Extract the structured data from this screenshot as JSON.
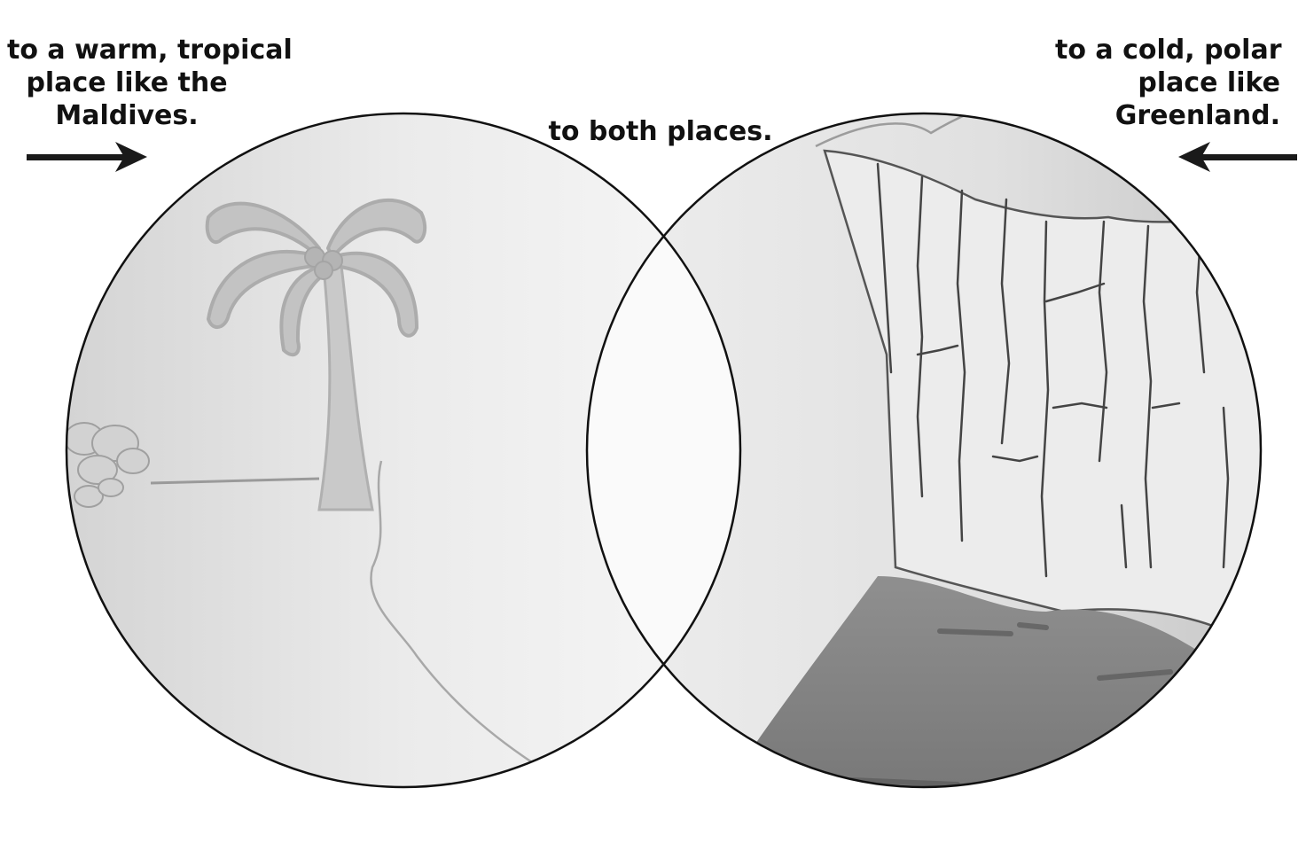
{
  "left_region": {
    "caption_lines": [
      "to a warm, tropical",
      "place like the",
      "Maldives."
    ],
    "scene": "palm-tree-beach-illustration"
  },
  "right_region": {
    "caption_lines": [
      "to a cold, polar",
      "place like",
      "Greenland."
    ],
    "scene": "glacier-ice-cliff-illustration"
  },
  "overlap_region": {
    "caption": "to both places."
  },
  "colors": {
    "outline": "#111111",
    "arrow": "#1a1a1a",
    "left_fill": "#e6e6e6",
    "right_fill": "#d9d9d9",
    "overlap_fill": "#fafafa"
  }
}
